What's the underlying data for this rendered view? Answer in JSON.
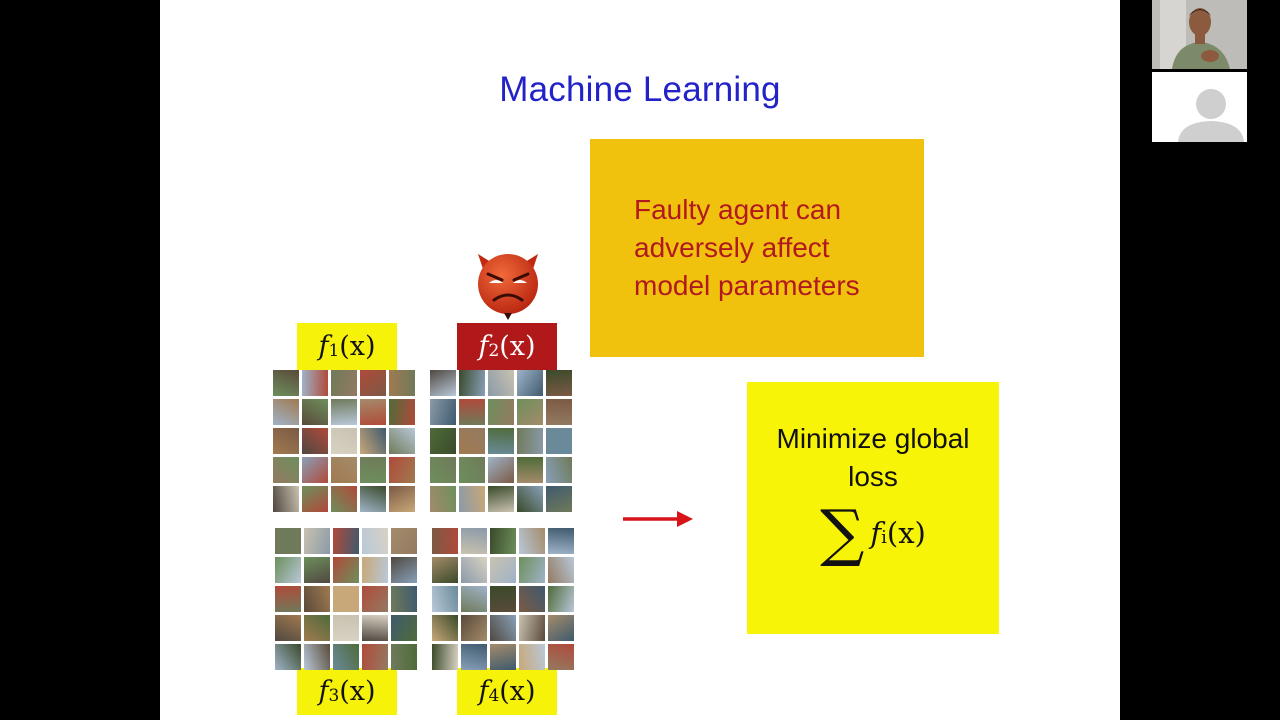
{
  "slide": {
    "title": "Machine Learning",
    "labels": {
      "f1": {
        "fn": "f",
        "sub": "1",
        "arg": "(x)"
      },
      "f2": {
        "fn": "f",
        "sub": "2",
        "arg": "(x)"
      },
      "f3": {
        "fn": "f",
        "sub": "3",
        "arg": "(x)"
      },
      "f4": {
        "fn": "f",
        "sub": "4",
        "arg": "(x)"
      }
    },
    "faulty_box": {
      "lines": [
        "Faulty agent can",
        "adversely affect",
        "model parameters"
      ]
    },
    "global_box": {
      "line1": "Minimize global",
      "line2": "loss",
      "sigma": "∑",
      "fn": "f",
      "sub": "i",
      "arg": "(x)"
    }
  },
  "colors": {
    "title": "#2222c8",
    "faulty_box": "#f0c20e",
    "faulty_text": "#b11820",
    "global_box": "#f8f407",
    "label_yellow": "#f6f20a",
    "label_red": "#b0181a",
    "arrow": "#d8141a",
    "devil": "#d93a1c"
  },
  "icons": {
    "devil": "devil-face-icon",
    "arrow": "right-arrow-icon",
    "avatar": "user-silhouette-icon"
  }
}
